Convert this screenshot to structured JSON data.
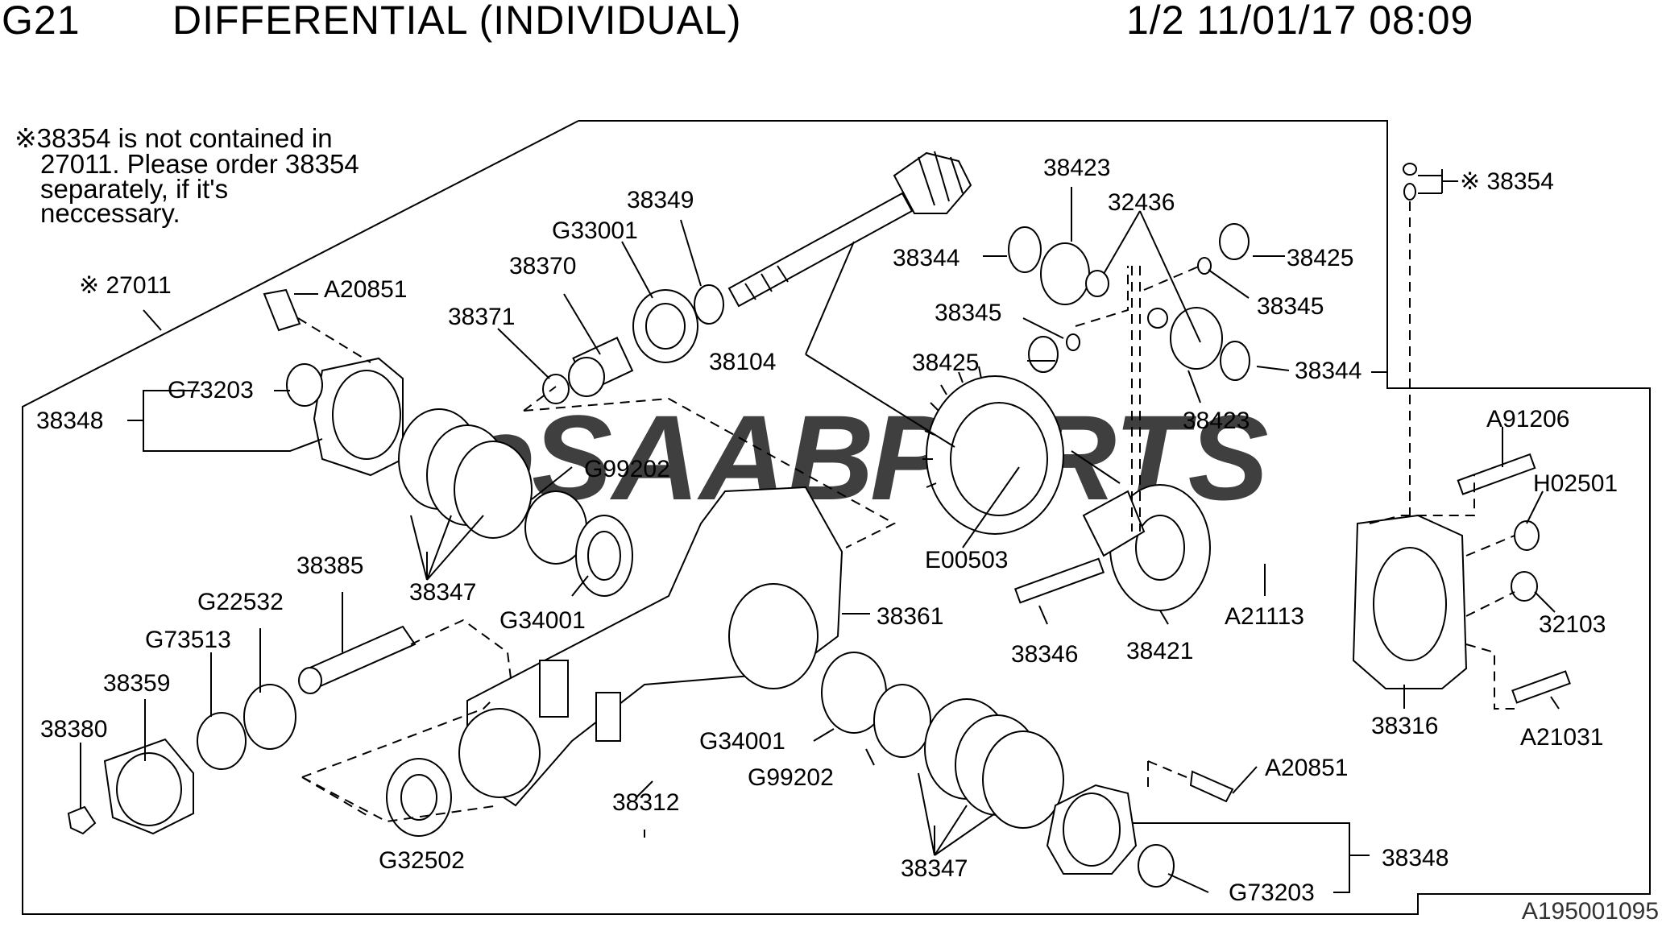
{
  "header": {
    "code": "G21",
    "title": "DIFFERENTIAL (INDIVIDUAL)",
    "meta": "1/2 11/01/17 08:09"
  },
  "note": {
    "line1": "※38354 is not contained in",
    "line2": "27011. Please order 38354",
    "line3": "separately, if it's",
    "line4": "neccessary."
  },
  "watermark": {
    "e": "e",
    "saab": "SAAB",
    "parts": "PARTS"
  },
  "reference": "A195001095",
  "labels": {
    "l27011": "※ 27011",
    "l38354": "※ 38354",
    "a20851_top": "A20851",
    "g73203_top": "G73203",
    "l38348_top": "38348",
    "l38371": "38371",
    "l38370": "38370",
    "g33001": "G33001",
    "l38349": "38349",
    "l38104": "38104",
    "l38423_top": "38423",
    "l32436": "32436",
    "l38344_left": "38344",
    "l38425_right": "38425",
    "l38345_right": "38345",
    "l38345_left": "38345",
    "l38425_left": "38425",
    "l38344_right": "38344",
    "l38423_bot": "38423",
    "g99202_top": "G99202",
    "l38347_top": "38347",
    "g34001_top": "G34001",
    "l38385": "38385",
    "g22532": "G22532",
    "g73513": "G73513",
    "l38359": "38359",
    "l38380": "38380",
    "l38361": "38361",
    "e00503": "E00503",
    "l38346": "38346",
    "l38421": "38421",
    "a21113": "A21113",
    "a91206": "A91206",
    "h02501": "H02501",
    "l32103": "32103",
    "l38316": "38316",
    "a21031": "A21031",
    "g34001_bot": "G34001",
    "g99202_bot": "G99202",
    "l38312": "38312",
    "g32502": "G32502",
    "a20851_bot": "A20851",
    "l38347_bot": "38347",
    "l38348_bot": "38348",
    "g73203_bot": "G73203"
  }
}
